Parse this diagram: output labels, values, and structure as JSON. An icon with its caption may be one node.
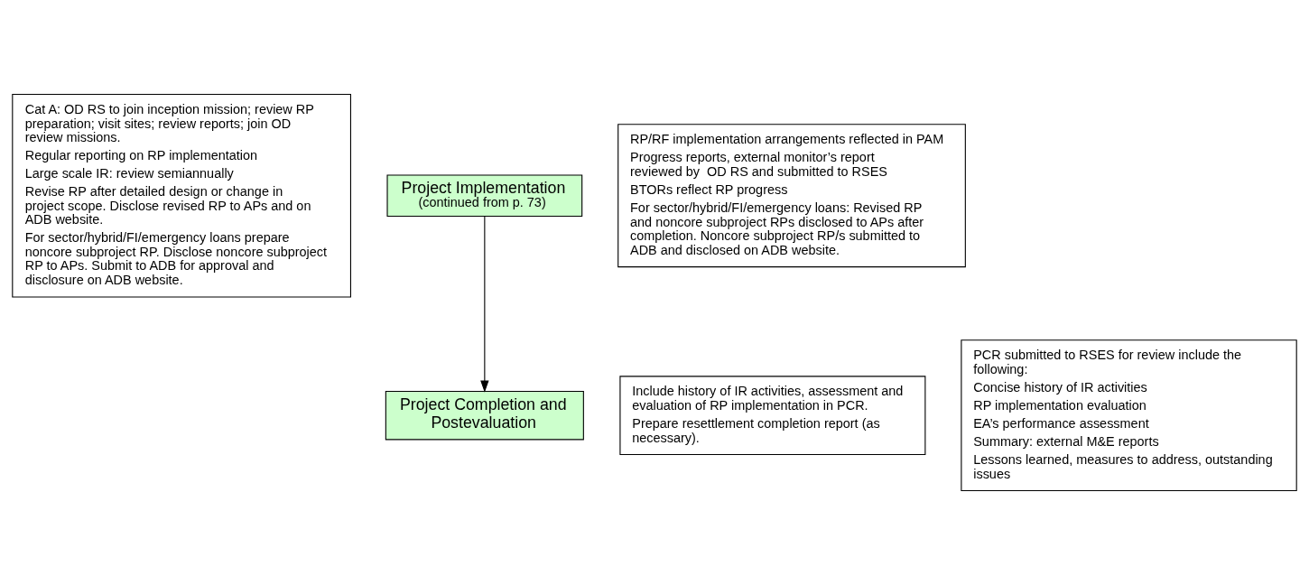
{
  "diagram": {
    "nodes": [
      {
        "text": [
          "Cat A: OD RS to join inception mission; review RP preparation; visit sites; review reports; join OD review missions.",
          "Regular reporting on RP implementation",
          "Large scale IR: review semiannually",
          "Revise RP after detailed design or change in project scope. Disclose revised RP to APs and on ADB website.",
          "For sector/hybrid/FI/emergency loans prepare noncore subproject RP. Disclose noncore subproject RP to APs. Submit to ADB for approval and disclosure on ADB website."
        ]
      },
      {
        "text": [
          "Project Implementation",
          "(continued from p. 73)"
        ]
      },
      {
        "text": [
          "RP/RF implementation arrangements reflected in PAM",
          "Progress reports, external monitor’s report reviewed by  OD RS and submitted to RSES",
          "BTORs reflect RP progress",
          "For sector/hybrid/FI/emergency loans: Revised RP and noncore subproject RPs disclosed to APs after completion. Noncore subproject RP/s submitted to ADB and disclosed on ADB website."
        ]
      },
      {
        "text": [
          "Include history of IR activities, assessment and evaluation of RP implementation in PCR.",
          "Prepare resettlement completion report (as necessary)."
        ]
      },
      {
        "text": [
          "Project Completion and Postevaluation"
        ]
      },
      {
        "text": [
          "PCR submitted to RSES for review include the following:",
          "Concise history of IR activities",
          "RP implementation evaluation",
          "EA’s performance assessment",
          "Summary: external M&E reports",
          "Lessons learned, measures to address, outstanding issues"
        ]
      }
    ],
    "edges": [
      {
        "from": 1,
        "to": 4,
        "arrow": "to"
      }
    ]
  }
}
